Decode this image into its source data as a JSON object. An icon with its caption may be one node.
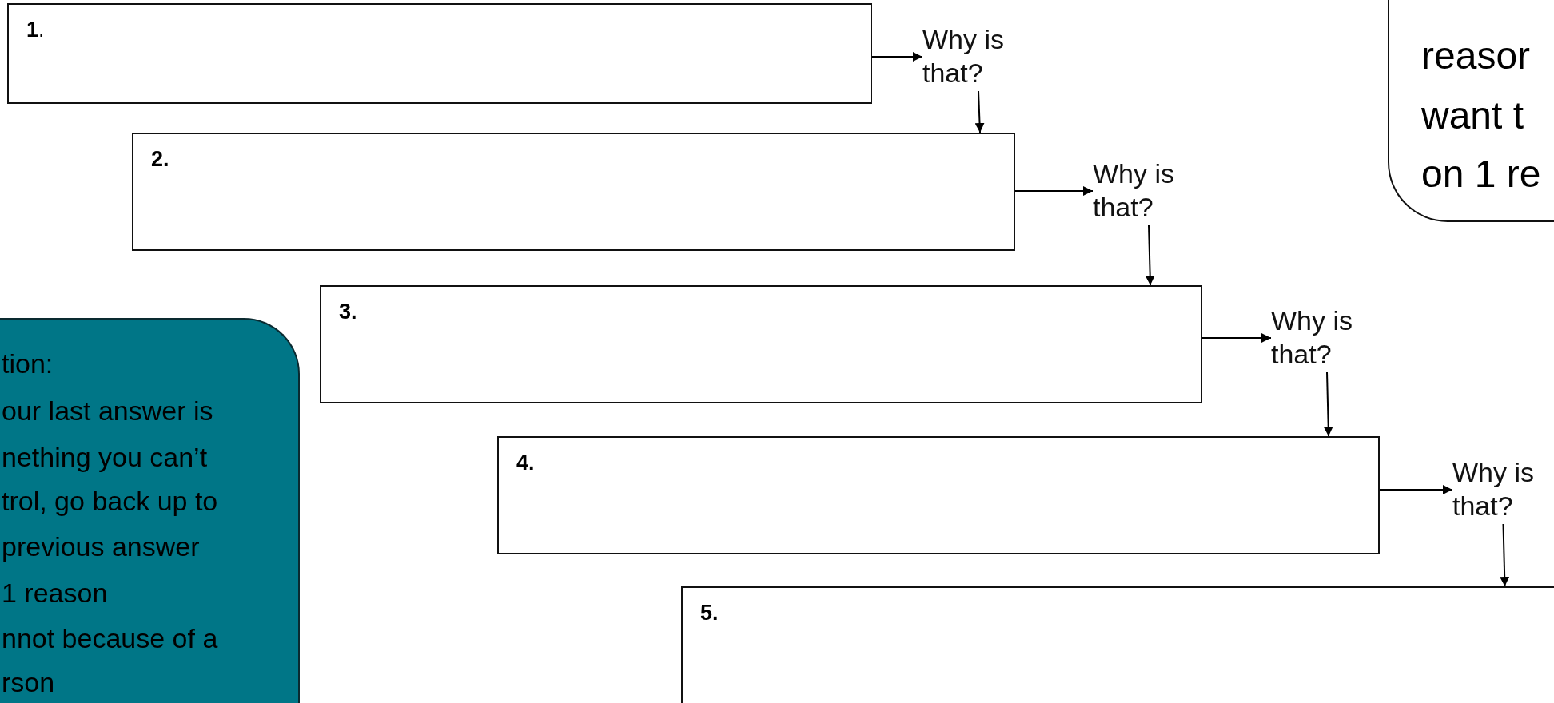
{
  "diagram": {
    "nodes": [
      {
        "text": [
          "**1**."
        ]
      },
      {
        "text": [
          "Why is that?"
        ]
      },
      {
        "text": [
          "reasor",
          "want t",
          "on 1 re"
        ]
      },
      {
        "text": [
          "2."
        ]
      },
      {
        "text": [
          "Why is that?"
        ]
      },
      {
        "text": [
          "3."
        ]
      },
      {
        "text": [
          "Why is that?"
        ]
      },
      {
        "text": [
          "tion:",
          "our last answer is",
          "nething you can’t",
          "trol, go back up to",
          "previous answer",
          "1 reason",
          "nnot because of a",
          "rson"
        ]
      },
      {
        "text": [
          "4."
        ]
      },
      {
        "text": [
          "Why is that?"
        ]
      },
      {
        "text": [
          "5."
        ]
      }
    ],
    "edges": [
      {
        "from": 0,
        "to": 1,
        "arrow": "to"
      },
      {
        "from": 1,
        "to": 3,
        "arrow": "to"
      },
      {
        "from": 3,
        "to": 4,
        "arrow": "to"
      },
      {
        "from": 4,
        "to": 5,
        "arrow": "to"
      },
      {
        "from": 5,
        "to": 6,
        "arrow": "to"
      },
      {
        "from": 6,
        "to": 8,
        "arrow": "to"
      },
      {
        "from": 8,
        "to": 9,
        "arrow": "to"
      },
      {
        "from": 9,
        "to": 10,
        "arrow": "to"
      }
    ]
  }
}
